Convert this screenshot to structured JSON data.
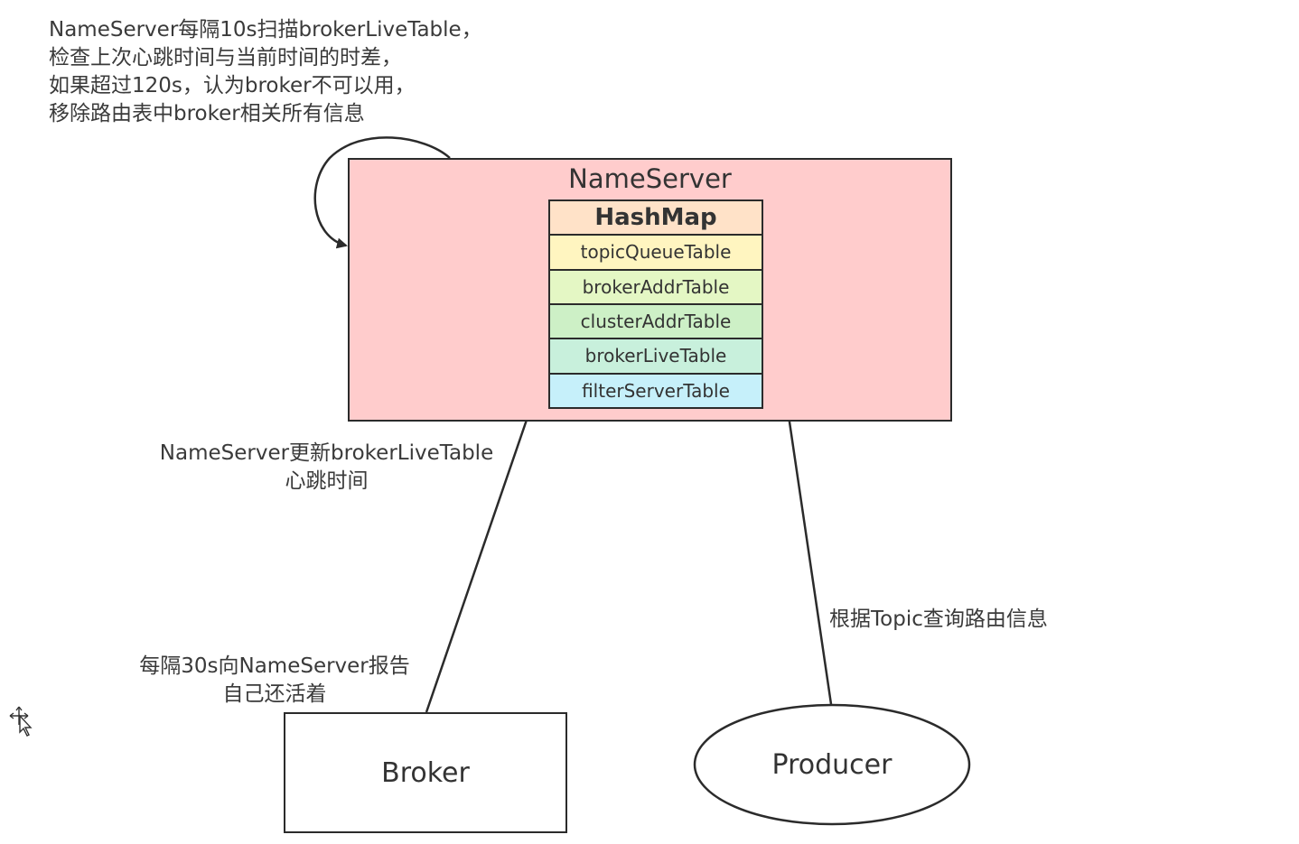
{
  "notes": {
    "scan_lines": [
      "NameServer每隔10s扫描brokerLiveTable，",
      "检查上次心跳时间与当前时间的时差，",
      "如果超过120s，认为broker不可以用，",
      "移除路由表中broker相关所有信息"
    ],
    "update_lines": [
      "NameServer更新brokerLiveTable",
      "心跳时间"
    ],
    "report_lines": [
      "每隔30s向NameServer报告",
      "自己还活着"
    ],
    "query_label": "根据Topic查询路由信息"
  },
  "nameserver": {
    "title": "NameServer",
    "fill": "#ffcccc",
    "hashmap": {
      "header": "HashMap",
      "header_color": "#ffe2c8",
      "rows": [
        {
          "label": "topicQueueTable",
          "color": "#fff5c0"
        },
        {
          "label": "brokerAddrTable",
          "color": "#e4f7c4"
        },
        {
          "label": "clusterAddrTable",
          "color": "#cdf0c6"
        },
        {
          "label": "brokerLiveTable",
          "color": "#c8f0dc"
        },
        {
          "label": "filterServerTable",
          "color": "#c6f0fa"
        }
      ]
    }
  },
  "broker": {
    "label": "Broker"
  },
  "producer": {
    "label": "Producer"
  }
}
